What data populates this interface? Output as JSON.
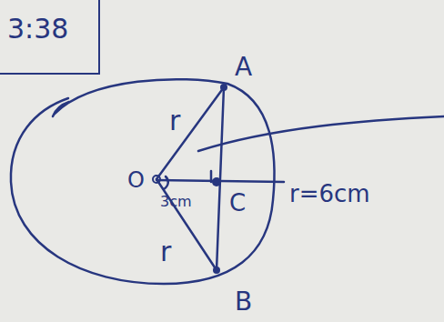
{
  "diagram": {
    "nodes": [
      {
        "text": [
          "3:38"
        ]
      }
    ],
    "labels": [
      "A",
      "r",
      "O",
      "3cm",
      "C",
      "r=6cm",
      "r",
      "B"
    ]
  }
}
